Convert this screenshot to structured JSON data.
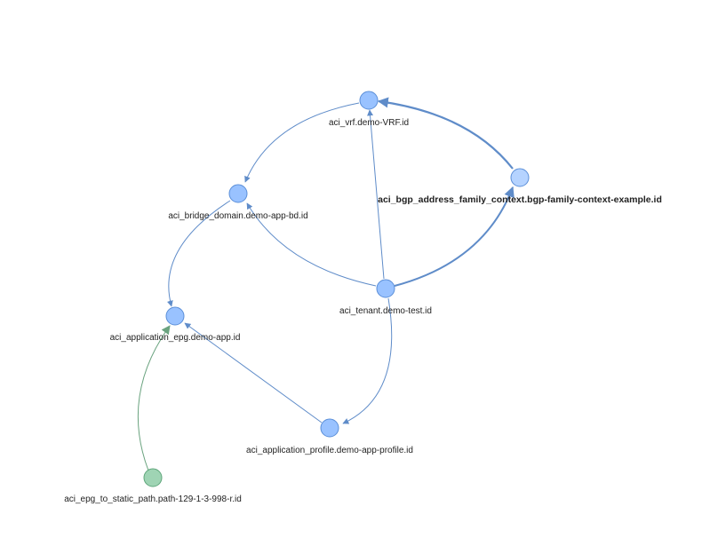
{
  "graph": {
    "colors": {
      "node_fill": "#99c2ff",
      "node_stroke": "#5b8fd8",
      "node_selected_fill": "#b5d3ff",
      "leaf_node_fill": "#9fd4b4",
      "leaf_node_stroke": "#5fa67b",
      "edge": "#5f8cc9",
      "edge_green": "#6aa37f"
    },
    "nodes": [
      {
        "id": "vrf",
        "label": "aci_vrf.demo-VRF.id",
        "kind": "normal"
      },
      {
        "id": "bd",
        "label": "aci_bridge_domain.demo-app-bd.id",
        "kind": "normal"
      },
      {
        "id": "bgp",
        "label": "aci_bgp_address_family_context.bgp-family-context-example.id",
        "kind": "highlighted"
      },
      {
        "id": "tenant",
        "label": "aci_tenant.demo-test.id",
        "kind": "normal"
      },
      {
        "id": "epg",
        "label": "aci_application_epg.demo-app.id",
        "kind": "normal"
      },
      {
        "id": "profile",
        "label": "aci_application_profile.demo-app-profile.id",
        "kind": "normal"
      },
      {
        "id": "static",
        "label": "aci_epg_to_static_path.path-129-1-3-998-r.id",
        "kind": "leaf"
      }
    ],
    "edges": [
      {
        "from": "vrf",
        "to": "bd"
      },
      {
        "from": "tenant",
        "to": "vrf"
      },
      {
        "from": "tenant",
        "to": "bd"
      },
      {
        "from": "tenant",
        "to": "bgp"
      },
      {
        "from": "bgp",
        "to": "vrf"
      },
      {
        "from": "bd",
        "to": "epg"
      },
      {
        "from": "tenant",
        "to": "profile"
      },
      {
        "from": "profile",
        "to": "epg"
      },
      {
        "from": "static",
        "to": "epg"
      }
    ]
  }
}
